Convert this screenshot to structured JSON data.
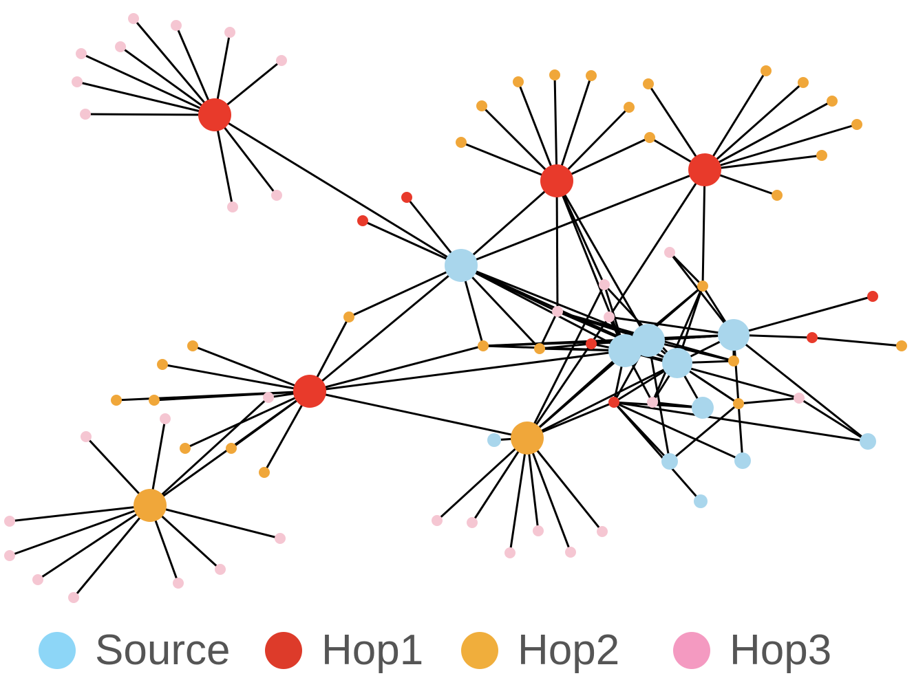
{
  "legend": {
    "items": [
      {
        "key": "source",
        "label": "Source",
        "color": "#8dd6f7"
      },
      {
        "key": "hop1",
        "label": "Hop1",
        "color": "#dd3b2a"
      },
      {
        "key": "hop2",
        "label": "Hop2",
        "color": "#f0ae3c"
      },
      {
        "key": "hop3",
        "label": "Hop3",
        "color": "#f49ac1"
      }
    ]
  },
  "node_colors": {
    "source": "#a9d6ec",
    "hop1": "#e83a2b",
    "hop2": "#f0a73a",
    "hop3": "#f5c6d2"
  }
}
